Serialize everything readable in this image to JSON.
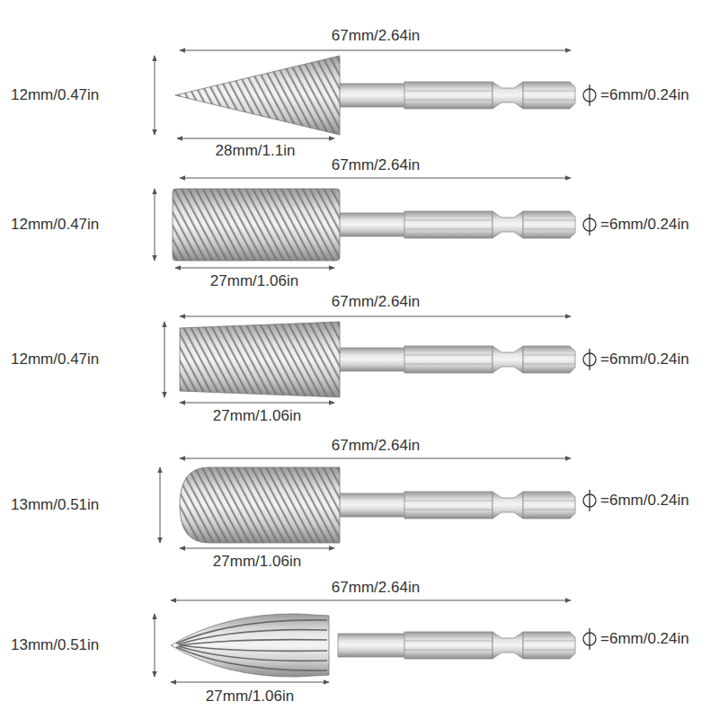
{
  "diagram": {
    "labels": [
      "67mm/2.64in",
      "12mm/0.47in",
      "28mm/1.1in",
      "=6mm/0.24in",
      "67mm/2.64in",
      "12mm/0.47in",
      "27mm/1.06in",
      "=6mm/0.24in",
      "67mm/2.64in",
      "12mm/0.47in",
      "27mm/1.06in",
      "=6mm/0.24in",
      "67mm/2.64in",
      "13mm/0.51in",
      "27mm/1.06in",
      "=6mm/0.24in",
      "67mm/2.64in",
      "13mm/0.51in",
      "27mm/1.06in",
      "=6mm/0.24in"
    ]
  }
}
